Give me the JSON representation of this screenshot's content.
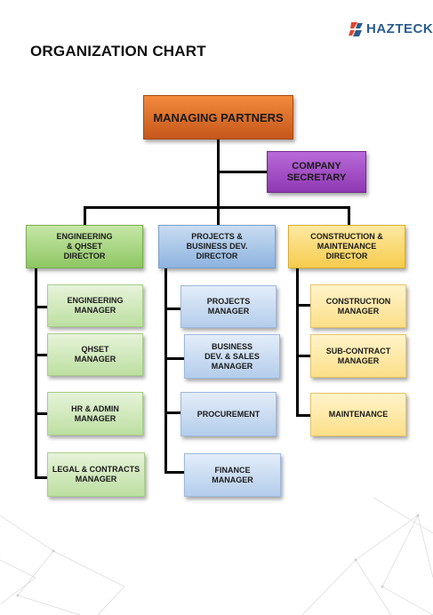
{
  "header": {
    "title": "ORGANIZATION CHART",
    "logo_text": "HAZTECK"
  },
  "chart": {
    "top": "MANAGING PARTNERS",
    "secretary": [
      "COMPANY",
      "SECRETARY"
    ],
    "engineering": {
      "director": [
        "ENGINEERING",
        "& QHSET",
        "DIRECTOR"
      ],
      "managers": [
        [
          "ENGINEERING",
          "MANAGER"
        ],
        [
          "QHSET",
          "MANAGER"
        ],
        [
          "HR & ADMIN",
          "MANAGER"
        ],
        [
          "LEGAL & CONTRACTS",
          "MANAGER"
        ]
      ]
    },
    "projects": {
      "director": [
        "PROJECTS &",
        "BUSINESS DEV.",
        "DIRECTOR"
      ],
      "managers": [
        [
          "PROJECTS",
          "MANAGER"
        ],
        [
          "BUSINESS",
          "DEV. & SALES",
          "MANAGER"
        ],
        [
          "PROCUREMENT"
        ],
        [
          "FINANCE",
          "MANAGER"
        ]
      ]
    },
    "construction": {
      "director": [
        "CONSTRUCTION &",
        "MAINTENANCE",
        "DIRECTOR"
      ],
      "managers": [
        [
          "CONSTRUCTION",
          "MANAGER"
        ],
        [
          "SUB-CONTRACT",
          "MANAGER"
        ],
        [
          "MAINTENANCE"
        ]
      ]
    }
  },
  "colors": {
    "top": "#e06f28",
    "secretary": "#a350c8",
    "engineering": "#a9d67e",
    "projects": "#a8c6ea",
    "construction": "#fad766"
  }
}
